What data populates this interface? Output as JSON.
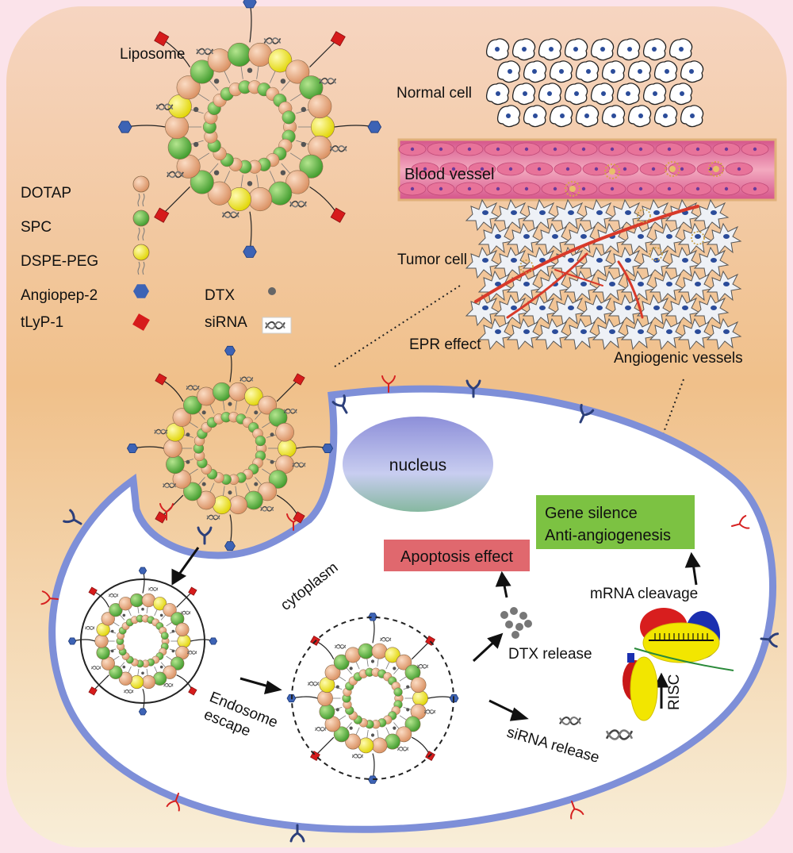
{
  "colors": {
    "panel_top": "#f6d9c1",
    "panel_bottom": "#f7e6c9",
    "membrane": "#7e8fd8",
    "dotap": "#e8ad85",
    "spc": "#6cc04a",
    "dspe_peg": "#f3ee2a",
    "angiopep": "#3d63b5",
    "tlyp": "#d61b1b",
    "dtx": "#7a7a7a",
    "blood_vessel": "#e06a8e",
    "apoptosis_box": "#e0686e",
    "gene_box": "#7cc242",
    "receptor_blue": "#2c3f7a",
    "receptor_red": "#d62020"
  },
  "labels": {
    "liposome": "Liposome",
    "normal_cell": "Normal cell",
    "blood_vessel": "Blood vessel",
    "tumor_cell": "Tumor cell",
    "epr_effect": "EPR effect",
    "angiogenic_vessels": "Angiogenic vessels",
    "nucleus": "nucleus",
    "cytoplasm": "cytoplasm",
    "endosome_escape_1": "Endosome",
    "endosome_escape_2": "escape",
    "dtx_release": "DTX release",
    "sirna_release": "siRNA release",
    "mrna_cleavage": "mRNA cleavage",
    "risc": "RISC",
    "apoptosis_effect": "Apoptosis effect",
    "gene_silence": "Gene silence",
    "anti_angiogenesis": "Anti-angiogenesis"
  },
  "legend": [
    {
      "label": "DOTAP",
      "icon": "dotap-sphere-icon"
    },
    {
      "label": "SPC",
      "icon": "spc-sphere-icon"
    },
    {
      "label": "DSPE-PEG",
      "icon": "dspe-peg-sphere-icon"
    },
    {
      "label": "Angiopep-2",
      "icon": "angiopep-hexagon-icon"
    },
    {
      "label": "tLyP-1",
      "icon": "tlyp-square-icon"
    },
    {
      "label": "DTX",
      "icon": "dtx-dot-icon"
    },
    {
      "label": "siRNA",
      "icon": "sirna-helix-icon"
    }
  ]
}
